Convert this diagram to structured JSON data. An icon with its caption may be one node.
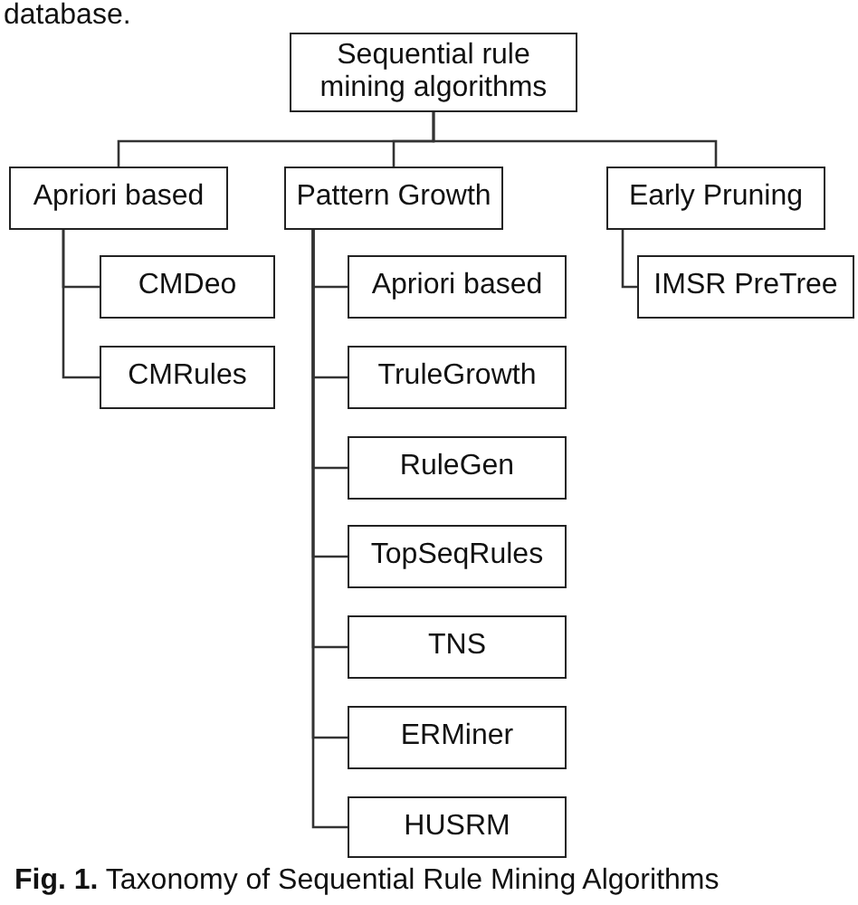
{
  "diagram": {
    "caption": "**Fig. 1.** Taxonomy of Sequential Rule Mining Algorithms",
    "nodes": [
      {
        "text": [
          "Sequential rule mining algorithms"
        ]
      },
      {
        "text": [
          "Apriori based"
        ]
      },
      {
        "text": [
          "Pattern Growth"
        ]
      },
      {
        "text": [
          "Early Pruning"
        ]
      },
      {
        "text": [
          "CMDeo"
        ]
      },
      {
        "text": [
          "CMRules"
        ]
      },
      {
        "text": [
          "Apriori based"
        ]
      },
      {
        "text": [
          "TruleGrowth"
        ]
      },
      {
        "text": [
          "RuleGen"
        ]
      },
      {
        "text": [
          "TopSeqRules"
        ]
      },
      {
        "text": [
          "TNS"
        ]
      },
      {
        "text": [
          "ERMiner"
        ]
      },
      {
        "text": [
          "HUSRM"
        ]
      },
      {
        "text": [
          "IMSR PreTree"
        ]
      }
    ],
    "edges": [
      {
        "from": 0,
        "to": 1,
        "arrow": "none"
      },
      {
        "from": 0,
        "to": 2,
        "arrow": "none"
      },
      {
        "from": 0,
        "to": 3,
        "arrow": "none"
      },
      {
        "from": 1,
        "to": 4,
        "arrow": "none"
      },
      {
        "from": 1,
        "to": 5,
        "arrow": "none"
      },
      {
        "from": 2,
        "to": 6,
        "arrow": "none"
      },
      {
        "from": 2,
        "to": 7,
        "arrow": "none"
      },
      {
        "from": 2,
        "to": 8,
        "arrow": "none"
      },
      {
        "from": 2,
        "to": 9,
        "arrow": "none"
      },
      {
        "from": 2,
        "to": 10,
        "arrow": "none"
      },
      {
        "from": 2,
        "to": 11,
        "arrow": "none"
      },
      {
        "from": 2,
        "to": 12,
        "arrow": "none"
      },
      {
        "from": 3,
        "to": 13,
        "arrow": "none"
      }
    ],
    "labels": [
      "database."
    ]
  }
}
